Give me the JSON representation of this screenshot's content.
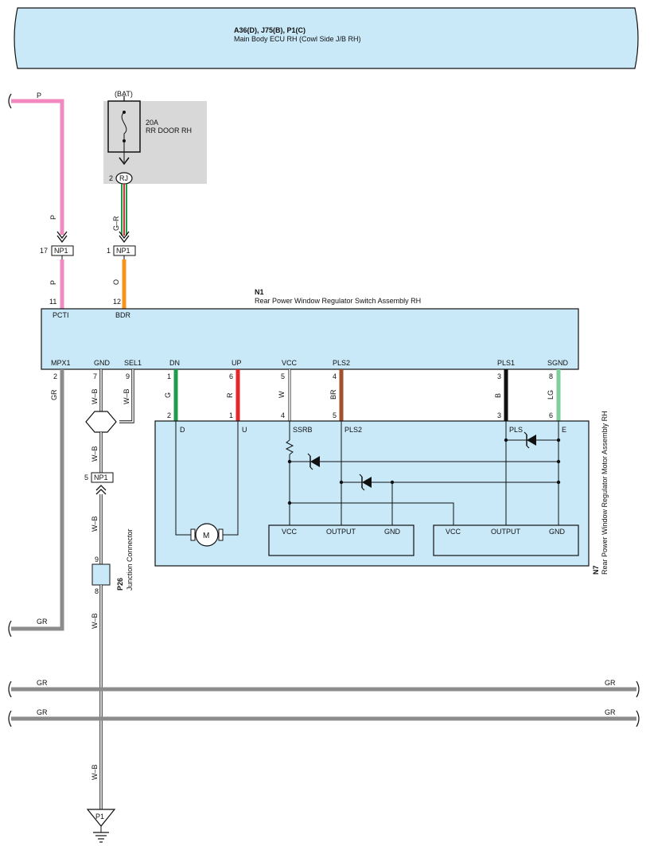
{
  "ecu": {
    "title": "A36(D), J75(B), P1(C)",
    "subtitle": "Main Body ECU RH (Cowl Side J/B RH)"
  },
  "fuse": {
    "bat": "(BAT)",
    "rating": "20A",
    "name": "RR DOOR RH",
    "pin": "2",
    "connector": "RJ"
  },
  "np1": {
    "name": "NP1",
    "pin_p_in": "17",
    "pin_bdr_in": "1",
    "pin_gnd": "5"
  },
  "n1": {
    "id": "N1",
    "name": "Rear Power Window Regulator Switch Assembly RH",
    "top_pins": [
      {
        "num": "11",
        "label": "PCTI"
      },
      {
        "num": "12",
        "label": "BDR"
      }
    ],
    "bottom_pins": [
      {
        "num": "2",
        "label": "MPX1"
      },
      {
        "num": "7",
        "label": "GND"
      },
      {
        "num": "9",
        "label": "SEL1"
      },
      {
        "num": "1",
        "label": "DN"
      },
      {
        "num": "6",
        "label": "UP"
      },
      {
        "num": "5",
        "label": "VCC"
      },
      {
        "num": "4",
        "label": "PLS2"
      },
      {
        "num": "3",
        "label": "PLS1"
      },
      {
        "num": "8",
        "label": "SGND"
      }
    ]
  },
  "n7": {
    "id": "N7",
    "name": "Rear Power Window Regulator Motor Assembly RH",
    "pins": [
      {
        "num": "2",
        "label": "D"
      },
      {
        "num": "1",
        "label": "U"
      },
      {
        "num": "4",
        "label": "SSRB"
      },
      {
        "num": "5",
        "label": "PLS2"
      },
      {
        "num": "3",
        "label": "PLS"
      },
      {
        "num": "6",
        "label": "E"
      }
    ],
    "motor": "M",
    "sensor1": {
      "vcc": "VCC",
      "output": "OUTPUT",
      "gnd": "GND"
    },
    "sensor2": {
      "vcc": "VCC",
      "output": "OUTPUT",
      "gnd": "GND"
    }
  },
  "p26": {
    "id": "P26",
    "name": "Junction Connector",
    "pin_in": "9",
    "pin_out": "8"
  },
  "ground": {
    "name": "P1"
  },
  "wires": {
    "p": "P",
    "gr_top": "G–R",
    "o": "O",
    "gr": "GR",
    "wb": "W–B",
    "g": "G",
    "r": "R",
    "w": "W",
    "br": "BR",
    "b": "B",
    "lg": "LG"
  },
  "colors": {
    "pink": "#f08ac0",
    "orange": "#f7941d",
    "green": "#1e9e4b",
    "red": "#e5262b",
    "brown": "#a0522d",
    "black": "#111111",
    "lightgreen": "#7fcf9c",
    "gray": "#8c8c8c",
    "panel": "#c9e9f9"
  }
}
